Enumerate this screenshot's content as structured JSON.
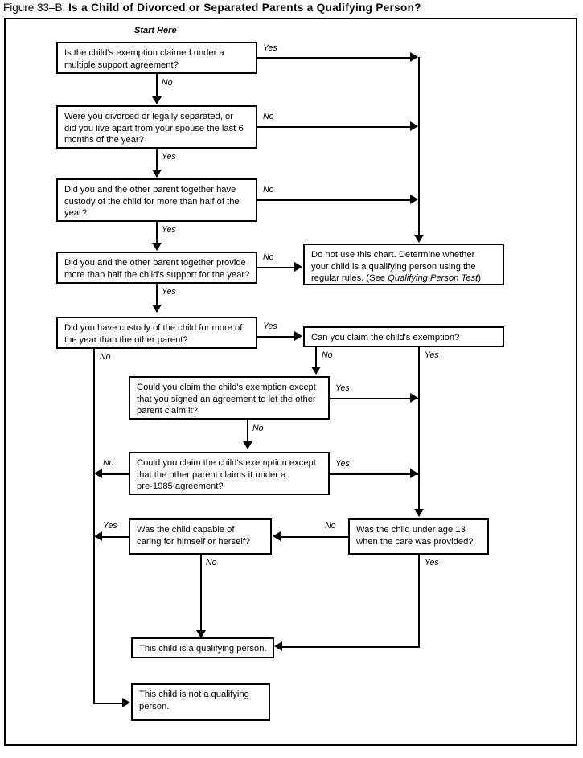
{
  "title": {
    "figure_number": "Figure 33–B.",
    "heading": "Is a Child of Divorced or Separated Parents a Qualifying Person?"
  },
  "start_label": "Start Here",
  "nodes": {
    "n1": {
      "line1": "Is the child's exemption claimed under a",
      "line2": "multiple support agreement?"
    },
    "n2": {
      "line1": "Were you divorced or legally separated, or",
      "line2": "did you live apart from your spouse the last 6",
      "line3": "months of the year?"
    },
    "n3": {
      "line1": "Did you and the other parent together have",
      "line2": "custody of the child for more than half of the",
      "line3": "year?"
    },
    "n4": {
      "line1": "Did you and the other parent together provide",
      "line2": "more than half the child's support for the year?"
    },
    "n5": {
      "line1": "Did you have custody of the child for more of",
      "line2": "the year than the other parent?"
    },
    "n6": {
      "line1": "Do not use this chart. Determine whether",
      "line2": "your child is a qualifying person using the",
      "line3_pre": "regular rules. (See ",
      "line3_em": "Qualifying Person Test",
      "line3_post": ")."
    },
    "n7": {
      "line1": "Can you claim the child's exemption?"
    },
    "n8": {
      "line1": "Could you claim the child's exemption except",
      "line2": "that you signed an agreement to let the other",
      "line3": "parent claim it?"
    },
    "n9": {
      "line1": "Could you claim the child's exemption except",
      "line2": "that the other parent claims it under a",
      "line3": "pre-1985 agreement?"
    },
    "n10": {
      "line1": "Was the child capable of",
      "line2": "caring for himself or herself?"
    },
    "n11": {
      "line1": "Was the child under age 13",
      "line2": "when the care was provided?"
    },
    "n12": {
      "line1": "This child is a qualifying person."
    },
    "n13": {
      "line1": "This child is not a qualifying",
      "line2": "person."
    }
  },
  "edge_labels": {
    "e1_yes": "Yes",
    "e1_no": "No",
    "e2_no": "No",
    "e2_yes": "Yes",
    "e3_no": "No",
    "e3_yes": "Yes",
    "e4_no": "No",
    "e4_yes": "Yes",
    "e5_yes": "Yes",
    "e5_no": "No",
    "e7_no": "No",
    "e7_yes": "Yes",
    "e8_yes": "Yes",
    "e8_no": "No",
    "e9_no": "No",
    "e9_yes": "Yes",
    "e10_yes": "Yes",
    "e10_no": "No",
    "e11_no": "No",
    "e11_yes": "Yes"
  },
  "colors": {
    "ink": "#000000",
    "paper": "#ffffff"
  }
}
